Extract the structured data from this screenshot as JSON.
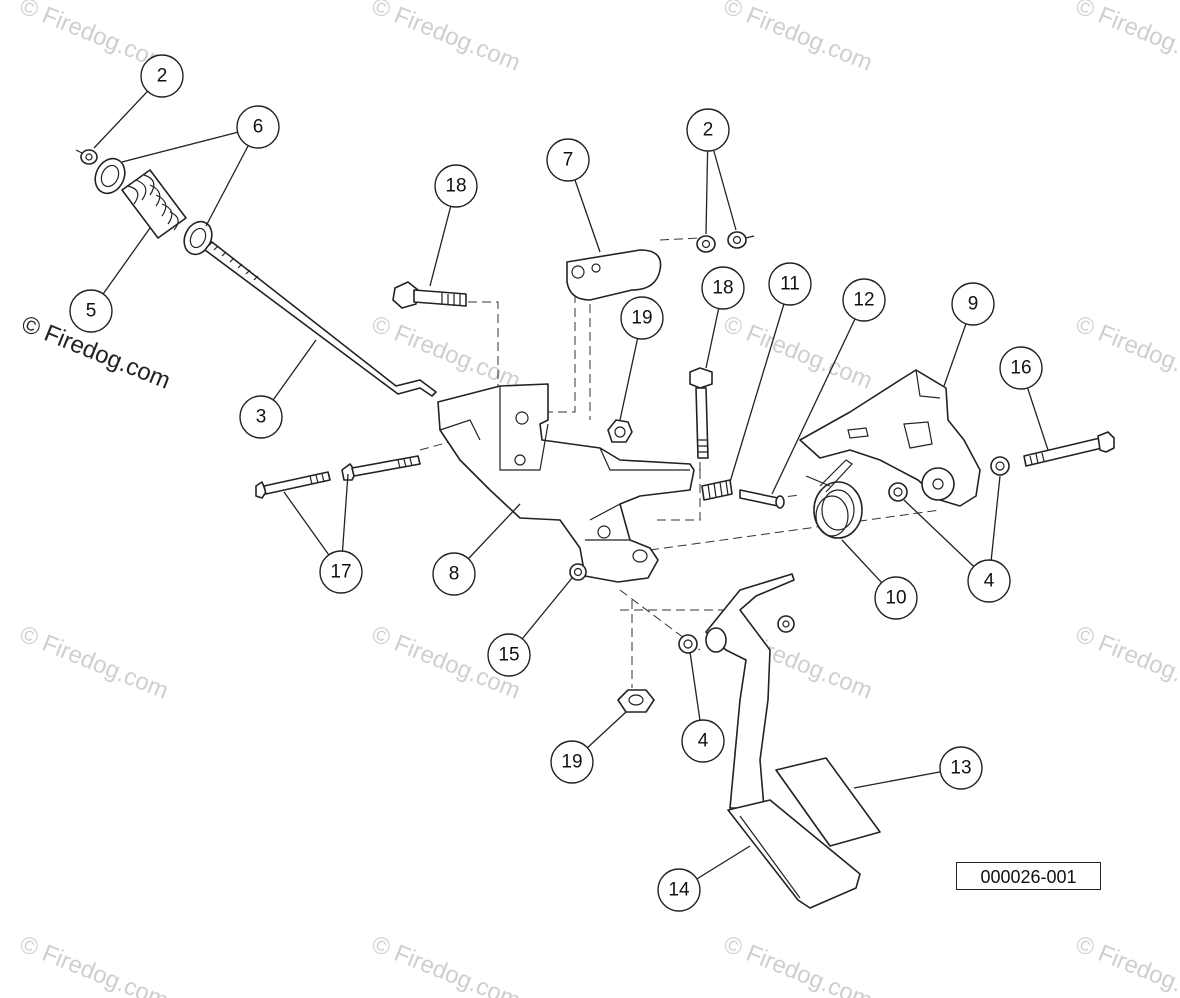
{
  "watermark": "© Firedog.com",
  "diagram_id": "000026-001",
  "callouts": [
    "2",
    "6",
    "5",
    "3",
    "18",
    "7",
    "2",
    "19",
    "18",
    "11",
    "12",
    "9",
    "16",
    "17",
    "8",
    "10",
    "4",
    "15",
    "4",
    "19",
    "13",
    "14"
  ]
}
